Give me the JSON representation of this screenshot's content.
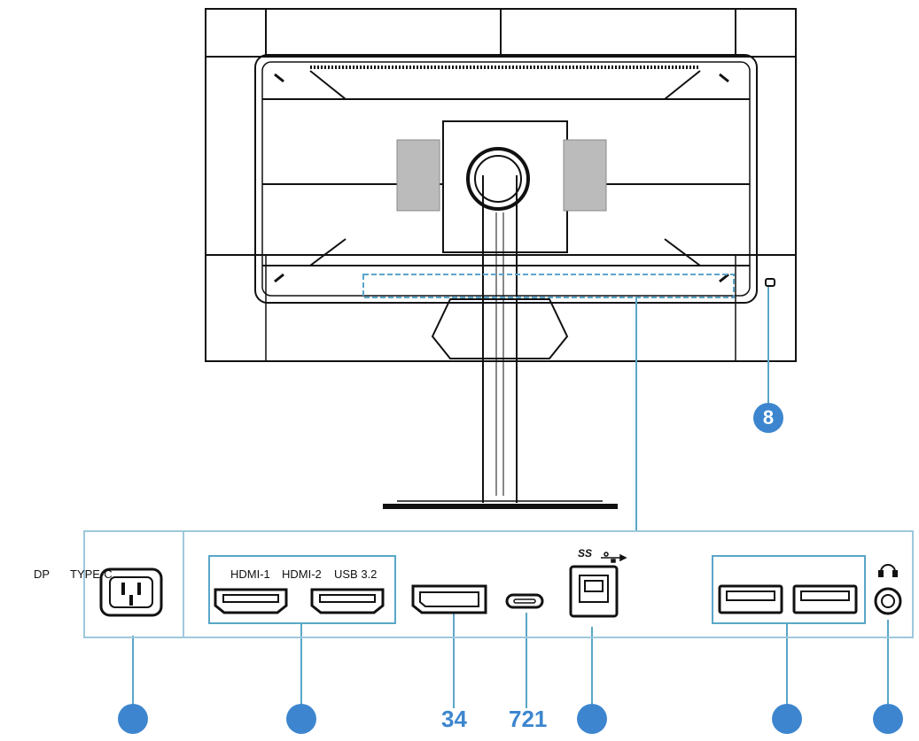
{
  "labels": {
    "dp": "DP",
    "type_c": "TYPE-C",
    "hdmi1": "HDMI-1",
    "hdmi2": "HDMI-2",
    "usb32": "USB 3.2",
    "ss_logo": "SS"
  },
  "markers": {
    "kensington": "8",
    "dp_num": "34",
    "typec_num": "721"
  },
  "colors": {
    "line": "#111111",
    "accent": "#5aa6c8",
    "marker": "#3d86cf",
    "panel_border": "#9ec8dc"
  }
}
